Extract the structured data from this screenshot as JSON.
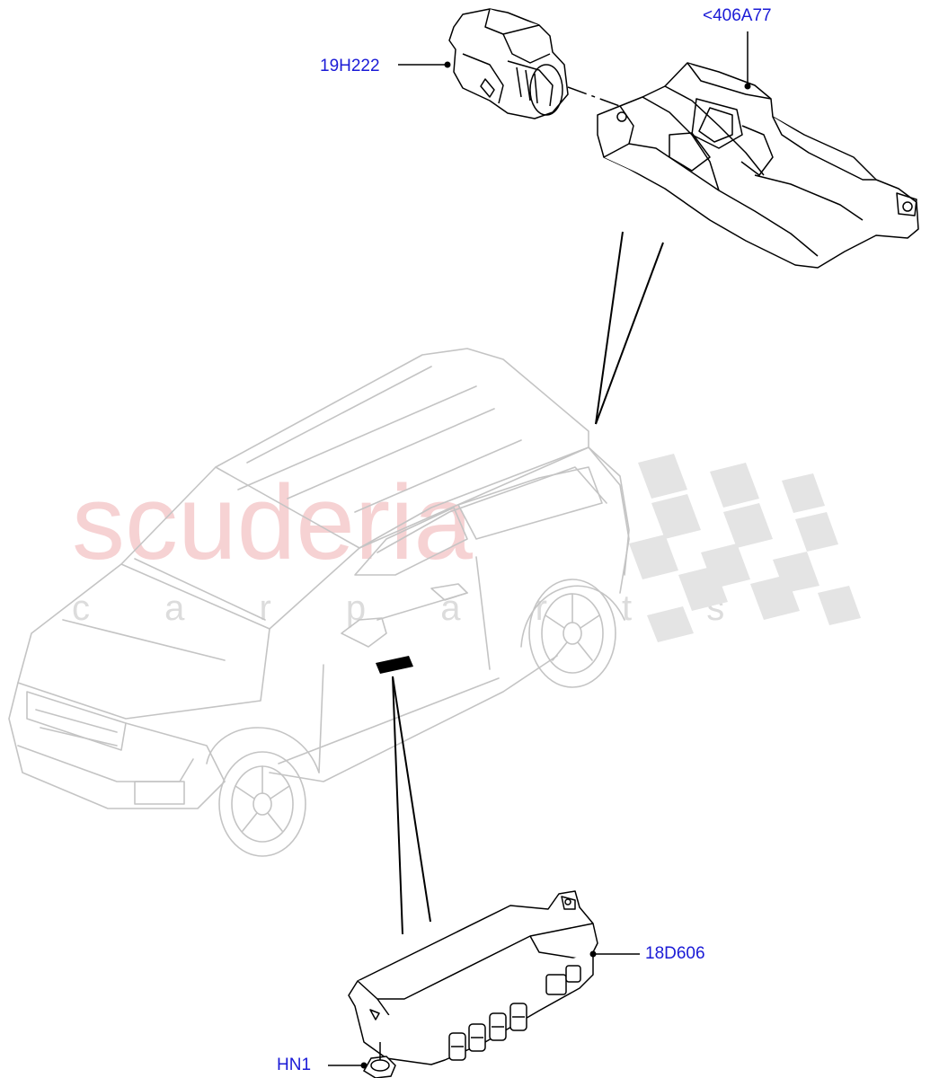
{
  "watermark": {
    "brand": "scuderia",
    "tagline": "c a r   p a r t s",
    "brand_color": "#f4c7c9",
    "checker_color": "#e4e4e4"
  },
  "colors": {
    "callout_text": "#1a1ad6",
    "line": "#000000",
    "vehicle_line": "#c4c4c4"
  },
  "callouts": [
    {
      "part": "19H222"
    },
    {
      "part": "<406A77"
    },
    {
      "part": "18D606"
    },
    {
      "part": "HN1"
    }
  ],
  "components": [
    {
      "name": "connector",
      "callout": "19H222"
    },
    {
      "name": "camera-bracket",
      "callout": "<406A77"
    },
    {
      "name": "control-module",
      "callout": "18D606"
    },
    {
      "name": "nut",
      "callout": "HN1"
    }
  ]
}
